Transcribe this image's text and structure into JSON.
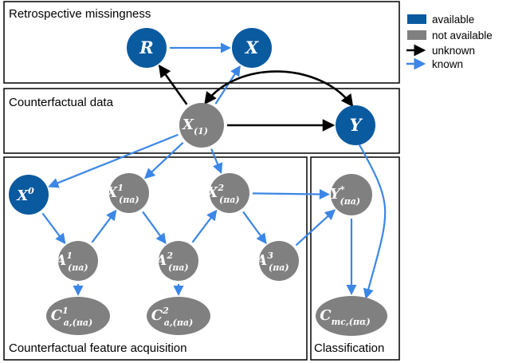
{
  "colors": {
    "available": "#0a5aa0",
    "not_available": "#808080",
    "unknown_edge": "#000000",
    "known_edge": "#3b86e6"
  },
  "legend": {
    "available": "available",
    "not_available": "not available",
    "unknown": "unknown",
    "known": "known"
  },
  "sections": {
    "retrospective": "Retrospective missingness",
    "counterfactual": "Counterfactual data",
    "acquisition": "Counterfactual feature acquisition",
    "classification": "Classification"
  },
  "nodes": {
    "R": {
      "main": "R",
      "sub": "",
      "sup": "",
      "status": "available"
    },
    "X": {
      "main": "X",
      "sub": "",
      "sup": "",
      "status": "available"
    },
    "X1": {
      "main": "X",
      "sub": "(1)",
      "sup": "",
      "status": "not_available"
    },
    "Y": {
      "main": "Y",
      "sub": "",
      "sup": "",
      "status": "available"
    },
    "X0": {
      "main": "X",
      "sub": "",
      "sup": "0",
      "status": "available"
    },
    "Xp1": {
      "main": "X",
      "sub": "(πa)",
      "sup": "1",
      "status": "not_available"
    },
    "Xp2": {
      "main": "X",
      "sub": "(πa)",
      "sup": "2",
      "status": "not_available"
    },
    "Ystar": {
      "main": "Y",
      "sub": "(πa)",
      "sup": "*",
      "status": "not_available"
    },
    "A1": {
      "main": "A",
      "sub": "(πa)",
      "sup": "1",
      "status": "not_available"
    },
    "A2": {
      "main": "A",
      "sub": "(πa)",
      "sup": "2",
      "status": "not_available"
    },
    "A3": {
      "main": "A",
      "sub": "(πa)",
      "sup": "3",
      "status": "not_available"
    },
    "C1": {
      "main": "C",
      "sub": "a,(πa)",
      "sup": "1",
      "status": "not_available"
    },
    "C2": {
      "main": "C",
      "sub": "a,(πa)",
      "sup": "2",
      "status": "not_available"
    },
    "Cmc": {
      "main": "C",
      "sub": "mc,(πα)",
      "sup": "",
      "status": "not_available"
    }
  },
  "edges": [
    {
      "from": "R",
      "to": "X",
      "kind": "known"
    },
    {
      "from": "X1",
      "to": "R",
      "kind": "unknown"
    },
    {
      "from": "X1",
      "to": "X",
      "kind": "known"
    },
    {
      "from": "X1",
      "to": "Y",
      "kind": "unknown"
    },
    {
      "from": "Y",
      "to": "X1",
      "kind": "unknown",
      "curved": true
    },
    {
      "from": "X1",
      "to": "X0",
      "kind": "known"
    },
    {
      "from": "X1",
      "to": "Xp1",
      "kind": "known"
    },
    {
      "from": "X1",
      "to": "Xp2",
      "kind": "known"
    },
    {
      "from": "X0",
      "to": "A1",
      "kind": "known"
    },
    {
      "from": "A1",
      "to": "Xp1",
      "kind": "known"
    },
    {
      "from": "A1",
      "to": "C1",
      "kind": "known"
    },
    {
      "from": "Xp1",
      "to": "A2",
      "kind": "known"
    },
    {
      "from": "A2",
      "to": "Xp2",
      "kind": "known"
    },
    {
      "from": "A2",
      "to": "C2",
      "kind": "known"
    },
    {
      "from": "Xp2",
      "to": "A3",
      "kind": "known"
    },
    {
      "from": "Xp2",
      "to": "Ystar",
      "kind": "known"
    },
    {
      "from": "A3",
      "to": "Ystar",
      "kind": "known"
    },
    {
      "from": "Ystar",
      "to": "Cmc",
      "kind": "known"
    },
    {
      "from": "Y",
      "to": "Cmc",
      "kind": "known",
      "curved": true
    }
  ]
}
